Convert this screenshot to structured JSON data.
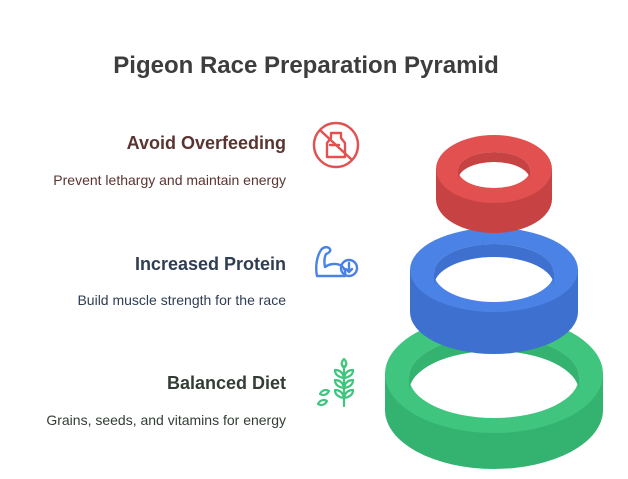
{
  "title": "Pigeon Race Preparation Pyramid",
  "levels": [
    {
      "label": "Avoid Overfeeding",
      "description": "Prevent lethargy and maintain energy",
      "icon": "no-food-icon",
      "color": "#e25050",
      "label_color": "#5a3431",
      "desc_color": "#5a3431"
    },
    {
      "label": "Increased Protein",
      "description": "Build muscle strength for the race",
      "icon": "flexed-arm-icon",
      "color": "#4b82e6",
      "label_color": "#2f3d52",
      "desc_color": "#2f3d52"
    },
    {
      "label": "Balanced Diet",
      "description": "Grains, seeds, and vitamins for energy",
      "icon": "wheat-icon",
      "color": "#40c57e",
      "label_color": "#333d36",
      "desc_color": "#333d36"
    }
  ]
}
